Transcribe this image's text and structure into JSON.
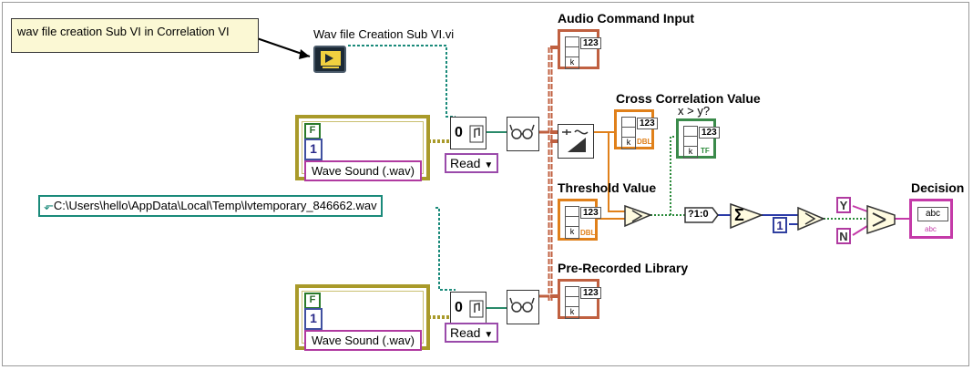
{
  "comment": "wav file creation Sub VI in Correlation VI",
  "subvi_label": "Wav file Creation Sub VI.vi",
  "file_path": "C:\\Users\\hello\\AppData\\Local\\Temp\\lvtemporary_846662.wav",
  "cluster_top": {
    "bool": "F",
    "num": "1",
    "string": "Wave Sound (.wav)"
  },
  "cluster_bottom": {
    "bool": "F",
    "num": "1",
    "string": "Wave Sound (.wav)"
  },
  "open_top": "0",
  "open_bottom": "0",
  "mode_top": "Read",
  "mode_bottom": "Read",
  "indicators": {
    "audio_command": "Audio Command Input",
    "cross_correlation": "Cross Correlation Value",
    "threshold": "Threshold Value",
    "pre_recorded": "Pre-Recorded Library",
    "compare": "x > y?",
    "decision": "Decision"
  },
  "grid_num": "123",
  "grid_k": "k",
  "type_dbl": "DBL",
  "type_tf": "TF",
  "type_abc": "abc",
  "bool_to_num": "?1:0",
  "sum_symbol": "Σ",
  "constant_one": "1",
  "yes": "Y",
  "no": "N",
  "colors": {
    "string_wire": "#c43aa8",
    "cluster_wire": "#a99a2a",
    "numeric_wire": "#e0801a",
    "bool_wire": "#2a8a3a",
    "int_wire": "#2a3aa8",
    "path_wire": "#1a8a7a",
    "refnum_wire": "#2a8a6a",
    "array_wire": "#c06040",
    "comment_border": "#333333"
  }
}
